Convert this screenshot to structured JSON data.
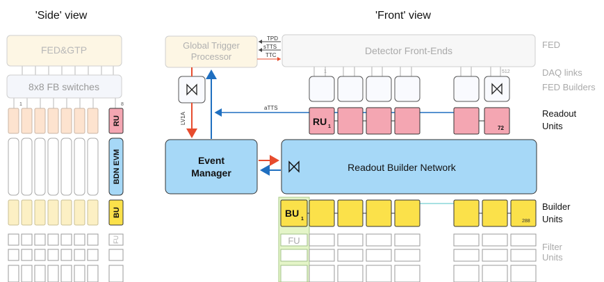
{
  "side_view": {
    "title": "'Side' view",
    "fed_gtp": "FED&GTP",
    "fb_switches": "8x8 FB switches",
    "col_index_first": "1",
    "col_index_last": "8",
    "ru": "RU",
    "bdn_evm": "BDN EVM",
    "bu": "BU",
    "fu": "FU"
  },
  "front_view": {
    "title": "'Front' view",
    "global_trigger": [
      "Global Trigger",
      "Processor"
    ],
    "detector_front_ends": "Detector Front-Ends",
    "signals": {
      "tpd": "TPD",
      "stts": "sTTS",
      "ttc": "TTC",
      "atts": "aTTS",
      "lv1a": "LV1A"
    },
    "link_first": "1",
    "link_last": "512",
    "event_manager": [
      "Event",
      "Manager"
    ],
    "readout_builder_network": "Readout Builder Network",
    "ru_label": "RU",
    "ru_sub": "1",
    "ru_last": "72",
    "bu_label": "BU",
    "bu_sub": "1",
    "bu_last": "288",
    "fu_label": "FU"
  },
  "right_labels": {
    "fed": "FED",
    "daq_links": "DAQ links",
    "fed_builders": "FED Builders",
    "readout_units": [
      "Readout",
      "Units"
    ],
    "builder_units": [
      "Builder",
      "Units"
    ],
    "filter_units": [
      "Filter",
      "Units"
    ]
  },
  "colors": {
    "fed_fill": "#fdf6e4",
    "ru_fill": "#f4a6b2",
    "ru_side_fill": "#fde3cf",
    "bdn_fill": "#a6d8f7",
    "bu_fill": "#fbe14a",
    "bu_side_fill": "#fcf0c4",
    "fu_green": "#e4f5c8",
    "trigger_red": "#e74c2e",
    "control_blue": "#1f6fc0"
  }
}
